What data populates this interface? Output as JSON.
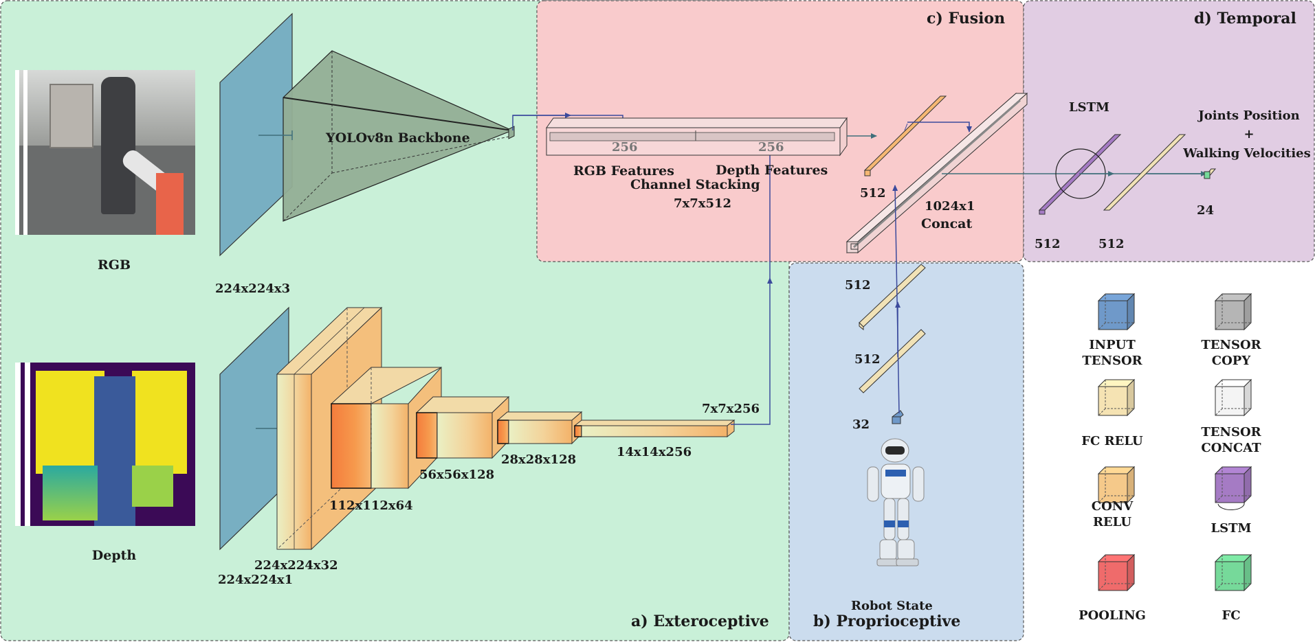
{
  "sections": {
    "exteroceptive": "a) Exteroceptive",
    "proprioceptive": "b) Proprioceptive",
    "fusion": "c) Fusion",
    "temporal": "d) Temporal"
  },
  "rgb_branch": {
    "input_label": "RGB",
    "input_dim": "224x224x3",
    "backbone_label": "YOLOv8n Backbone"
  },
  "depth_branch": {
    "input_label": "Depth",
    "input_dim": "224x224x1",
    "conv_dims": [
      "224x224x32",
      "112x112x64",
      "56x56x128",
      "28x28x128",
      "14x14x256"
    ],
    "output_dim": "7x7x256"
  },
  "fusion": {
    "rgb_features": "RGB Features",
    "depth_features": "Depth Features",
    "rgb_channels": "256",
    "depth_channels": "256",
    "stacking_label": "Channel Stacking",
    "stacking_dim": "7x7x512",
    "fc_dim": "512",
    "concat_dim": "1024x1",
    "concat_label": "Concat"
  },
  "proprio": {
    "fc1": "512",
    "fc2": "512",
    "input": "32",
    "label": "Robot State"
  },
  "temporal": {
    "lstm_label": "LSTM",
    "lstm_dim": "512",
    "fc_dim": "512",
    "output_dim": "24",
    "output_line1": "Joints Position",
    "output_line2": "+",
    "output_line3": "Walking Velocities"
  },
  "legend": [
    {
      "label1": "INPUT",
      "label2": "TENSOR",
      "color": "#6f99c9"
    },
    {
      "label1": "TENSOR",
      "label2": "COPY",
      "color": "#b5b5b5"
    },
    {
      "label1": "FC RELU",
      "label2": "",
      "color": "#f5e3b3"
    },
    {
      "label1": "TENSOR",
      "label2": "CONCAT",
      "color": "#f4f4f4"
    },
    {
      "label1": "CONV",
      "label2": "RELU",
      "color": "#f5c98a"
    },
    {
      "label1": "LSTM",
      "label2": "",
      "color": "#a57bc4"
    },
    {
      "label1": "POOLING",
      "label2": "",
      "color": "#ef6b6b"
    },
    {
      "label1": "FC",
      "label2": "",
      "color": "#76d99a"
    }
  ],
  "colors": {
    "extero_bg": "#c9f0d8",
    "fusion_bg": "#f9cbcc",
    "temporal_bg": "#e1cde3",
    "proprio_bg": "#cbdcee",
    "input_blue": "#78afc2",
    "conv_orange": "#f6b873",
    "fc_cream": "#f1e2b6",
    "lstm_purple": "#a57bc4",
    "arrow_blue": "#3b4a9c"
  }
}
